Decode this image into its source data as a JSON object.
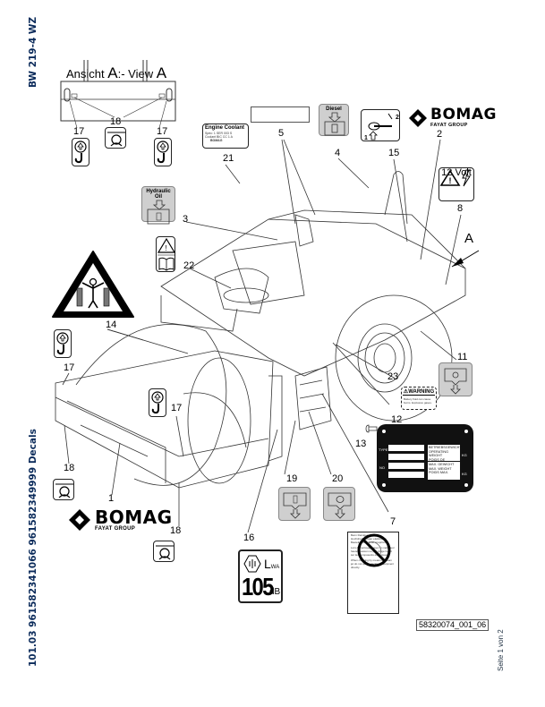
{
  "side_labels": {
    "model": "BW 219-4 WZ",
    "document_id": "101.03 961582341066 961582349999 Decals"
  },
  "view_label": {
    "prefix": "Ansicht ",
    "a1": "A",
    "middle": ":- View ",
    "a2": "A"
  },
  "arrow_label": "A",
  "callouts": {
    "n1": "1",
    "n2": "2",
    "n3": "3",
    "n4": "4",
    "n5": "5",
    "n7": "7",
    "n8": "8",
    "n11": "11",
    "n12": "12",
    "n13": "13",
    "n14": "14",
    "n15": "15",
    "n16": "16",
    "n17": "17",
    "n18": "18",
    "n19": "19",
    "n20": "20",
    "n21": "21",
    "n22": "22",
    "n23": "23"
  },
  "decals": {
    "engine_coolant": {
      "title": "Engine Coolant",
      "line1": "Spec: 1 SER 003 S",
      "line2": "Coolant BIC CC 1 A",
      "line3": "Part No: 1059 8 E...",
      "brand": "BOMAG"
    },
    "diesel": {
      "title": "Diesel"
    },
    "hydraulic_oil": {
      "title": "Hydraulic Oil"
    },
    "voltage": {
      "text": "12 Volt"
    },
    "warning": {
      "title": "WARNING",
      "body": "Battery fluid can cause burns. Explosive gases."
    },
    "sound_power": {
      "value": "105",
      "unit": "dB",
      "label": "L",
      "sub": "WA"
    },
    "type_plate": {
      "type_label": "TYPE",
      "no_label": "NO",
      "kg1": "KG",
      "kg2": "KG",
      "weight_lines_1": [
        "BETRIEBSGEWICHT",
        "OPERATING WEIGHT",
        "POIDS DE SERVICE"
      ],
      "weight_lines_2": [
        "MAX. GEWICHT",
        "MAX. WEIGHT",
        "POIDS MAX."
      ]
    },
    "cleaning_notice": {
      "de": "Beim Reinigen mit dem Hochdruckreiniger elektrische Bauteile nicht direkt anspritzen.",
      "fr": "Lors du nettoyage avec un nettoyeur haute pression ne pas diriger le jet sur les composants électriques.",
      "en": "When cleaning by means of steam jet do not spray electrical equipment directly."
    }
  },
  "brand": {
    "name": "BOMAG",
    "group": "FAYAT GROUP"
  },
  "footer": {
    "drawing_number": "58320074_001_06",
    "page": "Seite 1 von 2"
  }
}
